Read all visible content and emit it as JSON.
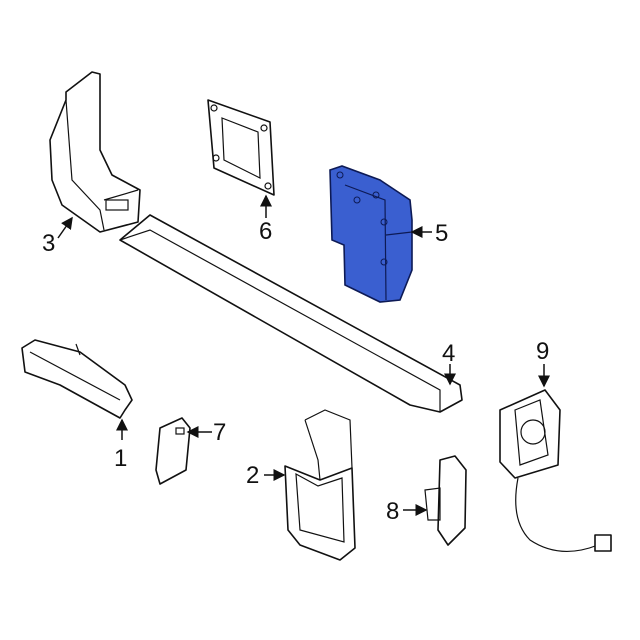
{
  "callouts": [
    {
      "number": "1"
    },
    {
      "number": "2"
    },
    {
      "number": "3"
    },
    {
      "number": "4"
    },
    {
      "number": "5"
    },
    {
      "number": "6"
    },
    {
      "number": "7"
    },
    {
      "number": "8"
    },
    {
      "number": "9"
    }
  ],
  "colors": {
    "highlight_part": "#3a5fd0",
    "line": "#111111"
  }
}
